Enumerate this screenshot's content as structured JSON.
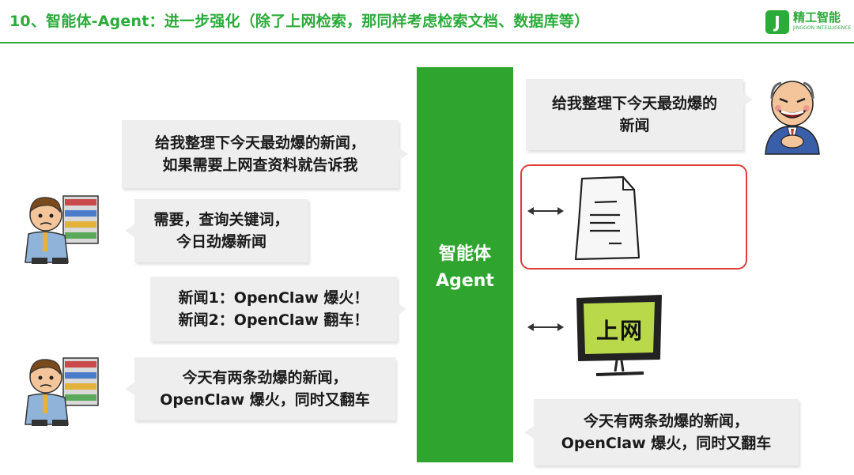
{
  "header": {
    "title": "10、智能体-Agent：进一步强化（除了上网检索，那同样考虑检索文档、数据库等）",
    "logo_mark": "J",
    "logo_cn": "精工智能",
    "logo_en": "JINGGON INTELLIGENCE"
  },
  "agent": {
    "label_cn": "智能体",
    "label_en": "Agent"
  },
  "left_bubbles": [
    "给我整理下今天最劲爆的新闻，\n如果需要上网查资料就告诉我",
    "需要，查询关键词，\n今日劲爆新闻",
    "新闻1：OpenClaw 爆火！\n新闻2：OpenClaw 翻车！",
    "今天有两条劲爆的新闻，\nOpenClaw 爆火，同时又翻车"
  ],
  "right_bubbles": [
    "给我整理下今天最劲爆的\n新闻",
    "今天有两条劲爆的新闻，\nOpenClaw 爆火，同时又翻车"
  ],
  "monitor_text": "上网",
  "colors": {
    "brand_green": "#2bab3a",
    "agent_green": "#2fa52f",
    "highlight_red": "#e23b3b",
    "bubble_gray": "#eeeeee"
  },
  "icons": [
    "worried-worker-icon",
    "laughing-boss-icon",
    "document-icon",
    "monitor-icon",
    "double-arrow-icon"
  ]
}
